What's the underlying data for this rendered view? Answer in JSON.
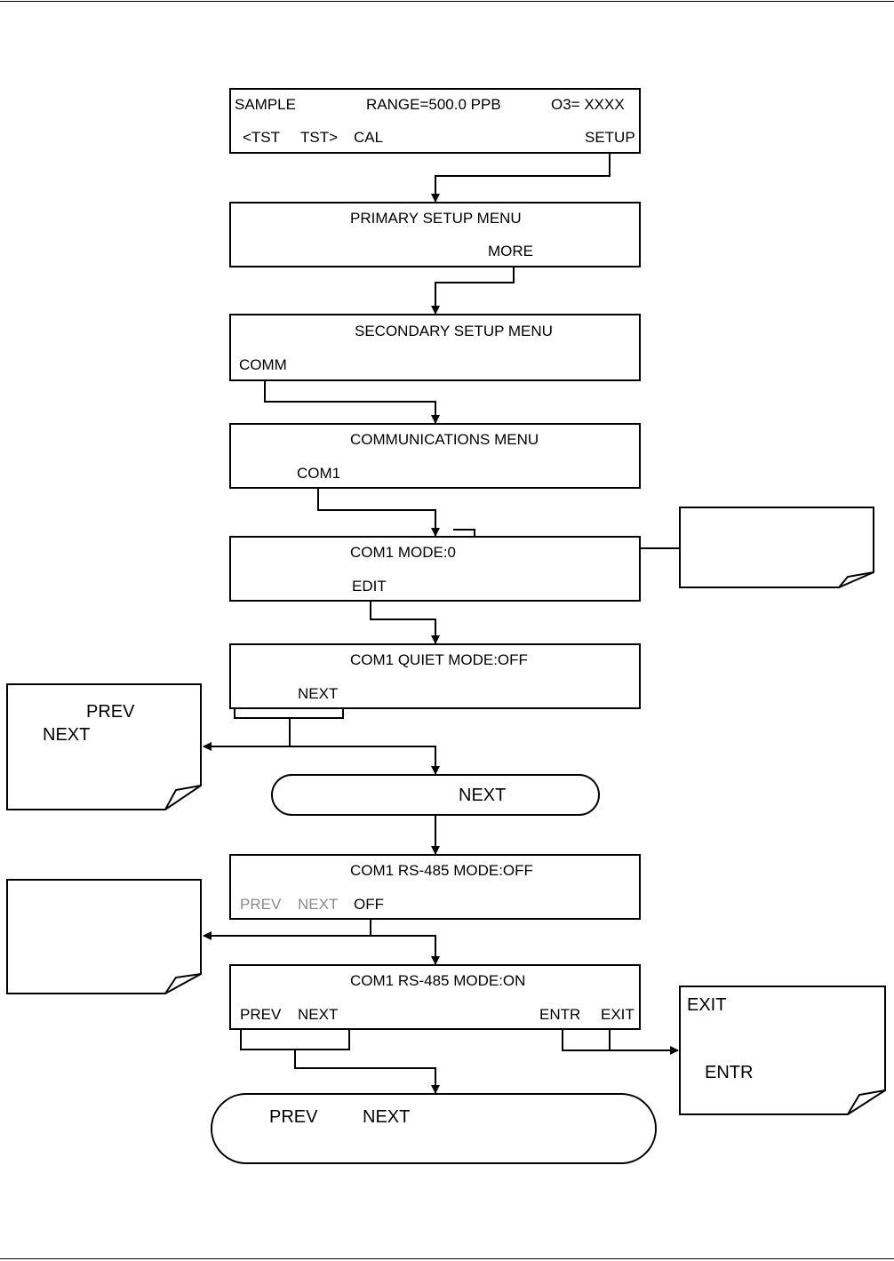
{
  "screens": [
    {
      "top": [
        "SAMPLE",
        "RANGE=500.0 PPB",
        "O3= XXXX"
      ],
      "keys": [
        "<TST",
        "TST>",
        "CAL",
        "SETUP"
      ]
    },
    {
      "title": "PRIMARY SETUP MENU",
      "keys": [
        "MORE"
      ]
    },
    {
      "title": "SECONDARY SETUP MENU",
      "keys": [
        "COMM"
      ]
    },
    {
      "title": "COMMUNICATIONS MENU",
      "keys": [
        "COM1"
      ]
    },
    {
      "title": "COM1 MODE:0",
      "keys": [
        "EDIT"
      ]
    },
    {
      "title": "COM1 QUIET MODE:OFF",
      "keys": [
        "NEXT"
      ]
    },
    {
      "title": "COM1  RS-485 MODE:OFF",
      "keys": [
        "PREV",
        "NEXT",
        "OFF"
      ]
    },
    {
      "title": "COM1  RS-485 MODE:ON",
      "keys": [
        "PREV",
        "NEXT",
        "ENTR",
        "EXIT"
      ]
    }
  ],
  "notes": {
    "left_upper": [
      "PREV",
      "NEXT"
    ],
    "left_lower": [],
    "right_mode": [],
    "right_bottom": [
      "EXIT",
      "ENTR"
    ]
  },
  "pills": {
    "middle": [
      "NEXT"
    ],
    "bottom": [
      "PREV",
      "NEXT"
    ]
  },
  "colors": {
    "line": "#000000",
    "inactive_key": "#8a8a8a"
  }
}
